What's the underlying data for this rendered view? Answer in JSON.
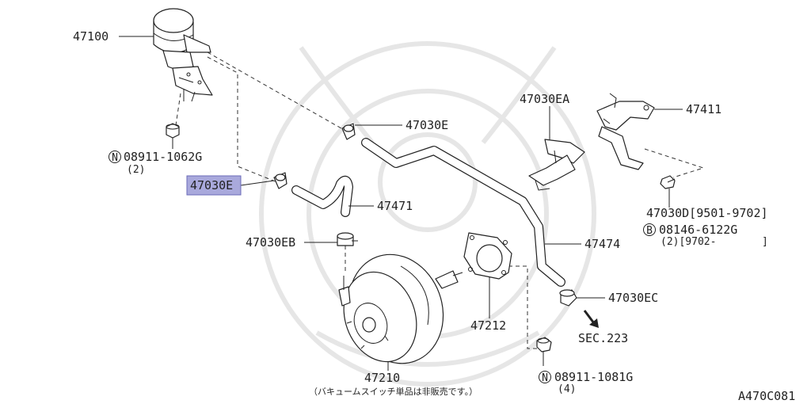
{
  "parts": {
    "p47100": "47100",
    "p47030e_top": "47030E",
    "p47030e_selected": "47030E",
    "p47471": "47471",
    "p47030ea": "47030EA",
    "p47411": "47411",
    "p47030eb": "47030EB",
    "p47474": "47474",
    "p47212": "47212",
    "p47030ec": "47030EC",
    "p47210": "47210"
  },
  "fasteners": {
    "top_left": {
      "symbol": "N",
      "number": "08911-1062G",
      "qty": "(2)"
    },
    "bottom": {
      "symbol": "N",
      "number": "08911-1081G",
      "qty": "(4)"
    },
    "bolt_right": {
      "symbol": "B",
      "number": "08146-6122G",
      "qty_range": "(2)[9702-",
      "bracket_close": "]"
    }
  },
  "part_47030d": "47030D[9501-9702]",
  "section_ref": "SEC.223",
  "note_jp": "（バキュームスイッチ単品は非販売です。）",
  "diagram_code": "A470C081",
  "selected_part": "47030E",
  "colors": {
    "highlight": "#a9a9dc",
    "line": "#222222",
    "watermark": "#e6e6e6"
  }
}
